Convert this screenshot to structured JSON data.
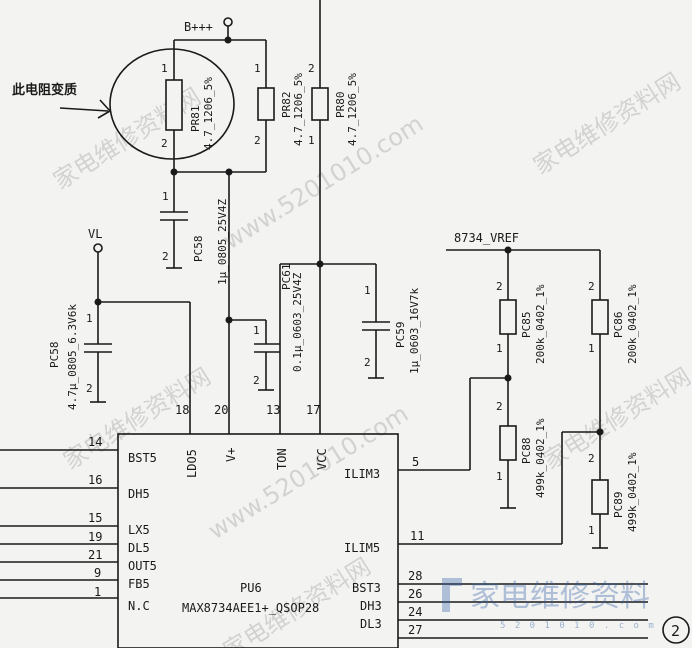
{
  "watermark": {
    "text": "家电维修资料网",
    "url": "www.5201010.com",
    "logo_text": "家电维修资料",
    "logo_url": "5 2 0 1 0 1 0 . c o m",
    "page_number": "2"
  },
  "annotation": {
    "text": "此电阻变质"
  },
  "nets": {
    "bplus": "B+++",
    "vl": "VL",
    "vref": "8734_VREF"
  },
  "resistors": [
    {
      "ref": "PR81",
      "value": "4.7_1206_5%",
      "pin_top": "1",
      "pin_bottom": "2"
    },
    {
      "ref": "PR82",
      "value": "4.7_1206_5%",
      "pin_top": "1",
      "pin_bottom": "2"
    },
    {
      "ref": "PR80",
      "value": "4.7_1206_5%",
      "pin_top": "2",
      "pin_bottom": "1"
    },
    {
      "ref": "PC85",
      "value": "200k_0402_1%",
      "pin_top": "2",
      "pin_bottom": "1"
    },
    {
      "ref": "PC88",
      "value": "499k_0402_1%",
      "pin_top": "2",
      "pin_bottom": "1"
    },
    {
      "ref": "PC86",
      "value": "200k_0402_1%",
      "pin_top": "2",
      "pin_bottom": "1"
    },
    {
      "ref": "PC89",
      "value": "499k_0402_1%",
      "pin_top": "2",
      "pin_bottom": "1"
    }
  ],
  "capacitors": [
    {
      "ref": "PC58",
      "value": "1μ_0805_25V4Z",
      "pin_top": "1",
      "pin_bottom": "2"
    },
    {
      "ref": "PC58",
      "value": "4.7μ_0805_6.3V6k",
      "pin_top": "1",
      "pin_bottom": "2"
    },
    {
      "ref": "PC61",
      "value": "0.1μ_0603_25V4Z",
      "pin_top": "1",
      "pin_bottom": "2"
    },
    {
      "ref": "PC59",
      "value": "1μ_0603_16V7k",
      "pin_top": "1",
      "pin_bottom": "2"
    }
  ],
  "ic": {
    "ref": "PU6",
    "part": "MAX8734AEE1+_QSOP28",
    "left_pins": [
      {
        "num": "14",
        "name": "BST5"
      },
      {
        "num": "16",
        "name": "DH5"
      },
      {
        "num": "15",
        "name": "LX5"
      },
      {
        "num": "19",
        "name": "DL5"
      },
      {
        "num": "21",
        "name": "OUT5"
      },
      {
        "num": "9",
        "name": "FB5"
      },
      {
        "num": "1",
        "name": "N.C"
      }
    ],
    "top_pins": [
      {
        "num": "18",
        "name": "LDO5"
      },
      {
        "num": "20",
        "name": "V+"
      },
      {
        "num": "13",
        "name": "TON"
      },
      {
        "num": "17",
        "name": "VCC"
      }
    ],
    "right_pins": [
      {
        "num": "5",
        "name": "ILIM3"
      },
      {
        "num": "11",
        "name": "ILIM5"
      },
      {
        "num": "28",
        "name": "BST3"
      },
      {
        "num": "26",
        "name": "DH3"
      },
      {
        "num": "24",
        "name": "DL3"
      },
      {
        "num": "27",
        "name": ""
      }
    ]
  }
}
